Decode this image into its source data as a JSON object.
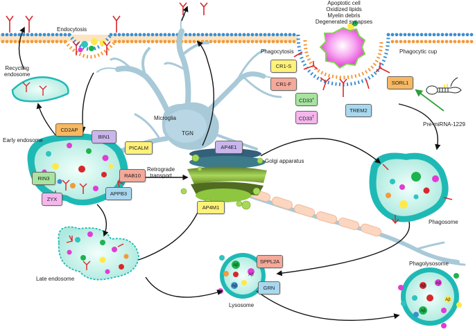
{
  "labels": {
    "endocytosis": "Endocytosis",
    "recycling_endosome": "Recycling\nendosome",
    "early_endosome": "Early endosome",
    "late_endosome": "Late endosome",
    "microglia": "Microglia",
    "tgn": "TGN",
    "retrograde_transport": "Retrograde\ntransport",
    "golgi": "Golgi apparatus",
    "phagocytosis": "Phagocytosis",
    "phagocytic_cup": "Phagocytic cup",
    "cargo": "Apoptotic cell\nOxidized lipids\nMyelin debris\nDegenerated synapses",
    "mirna": "Pre-miRNA-1229",
    "phagosome": "Phagosome",
    "phagolysosome": "Phagolysosome",
    "lysosome": "Lysosome"
  },
  "proteins": {
    "cd2ap": "CD2AP",
    "bin1": "BIN1",
    "picalm": "PICALM",
    "rab10": "RAB10",
    "rin3": "RIN3",
    "zyx": "ZYX",
    "appb3": "APPB3",
    "ap4e1": "AP4E1",
    "ap4m1": "AP4M1",
    "cr1s": "CR1-S",
    "cr1f": "CR1-F",
    "cd33_base": "CD33",
    "cd33_sup1": "+",
    "cd33_sup2": "T",
    "trem2": "TREM2",
    "sorl1": "SORL1",
    "sppl2a": "SPPL2A",
    "grn": "GRN"
  },
  "abeta": "Aβ",
  "colors": {
    "box_yellow": "#fff27a",
    "box_red": "#f4a99a",
    "box_orange": "#f7b861",
    "box_purple": "#c9b6ec",
    "box_green": "#a8e4a0",
    "box_pink": "#f4b6ec",
    "box_blue": "#a8d8ef",
    "membrane_blue": "#3a8fd1",
    "membrane_orange": "#f39a3a",
    "vesicle_fill": "#c8f0ea",
    "vesicle_rim": "#1fb9b5",
    "receptor_red": "#d8272c",
    "cell_body": "#a8c9d8",
    "golgi_green": "#8fc63f"
  }
}
